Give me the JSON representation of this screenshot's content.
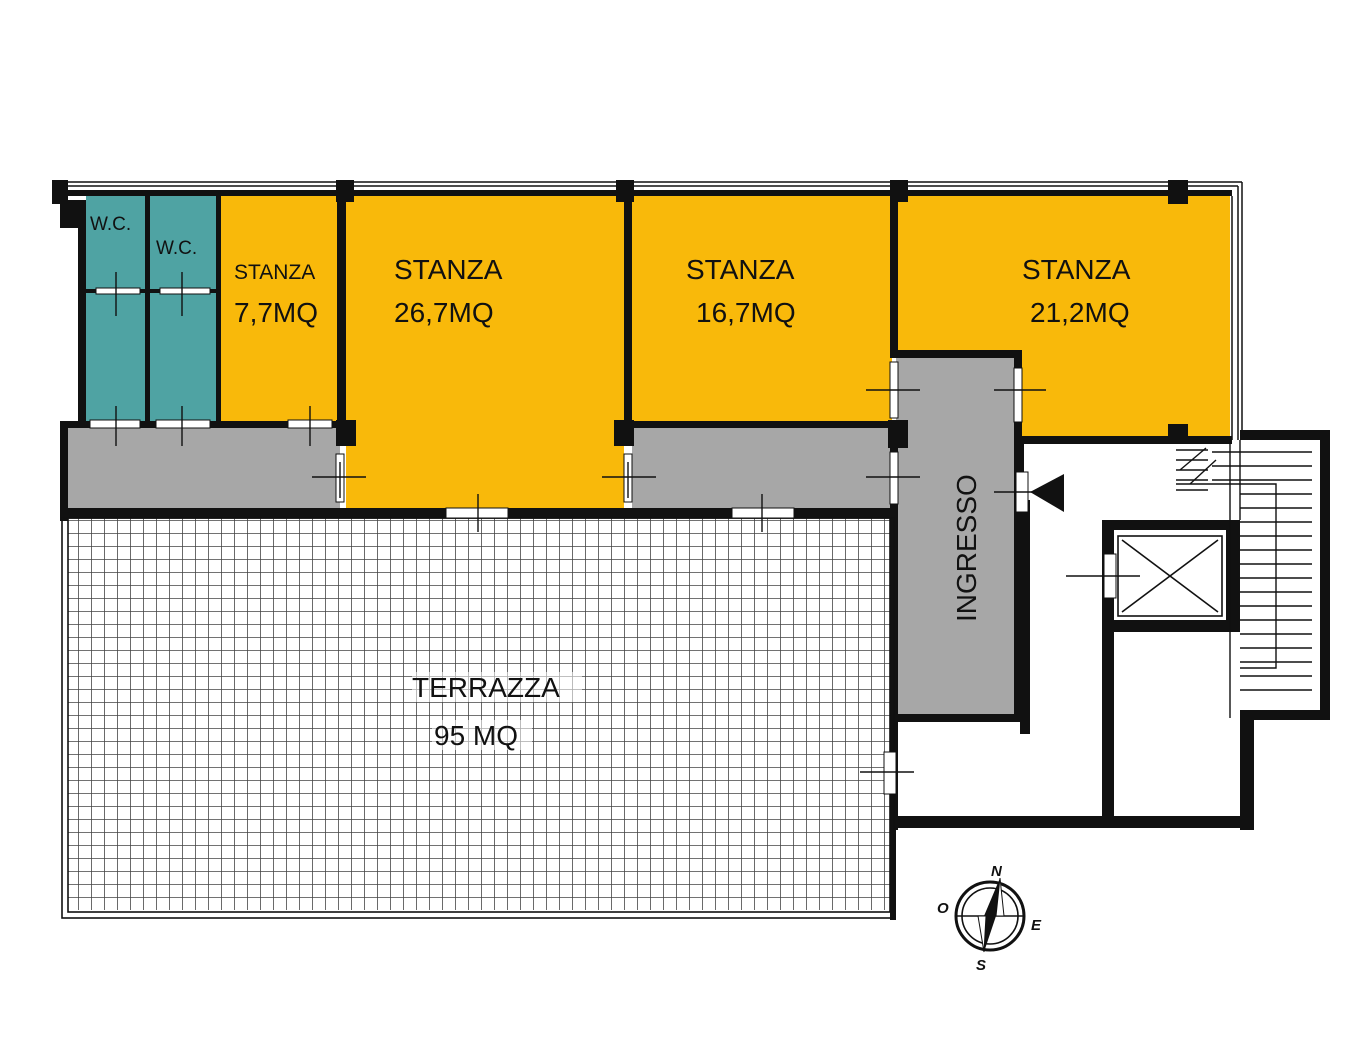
{
  "rooms": {
    "wc1": {
      "label": "W.C."
    },
    "wc2": {
      "label": "W.C."
    },
    "stanza_small": {
      "label": "STANZA",
      "area": "7,7MQ"
    },
    "stanza_a": {
      "label": "STANZA",
      "area": "26,7MQ"
    },
    "stanza_b": {
      "label": "STANZA",
      "area": "16,7MQ"
    },
    "stanza_c": {
      "label": "STANZA",
      "area": "21,2MQ"
    },
    "ingresso": {
      "label": "INGRESSO"
    },
    "terrazza": {
      "label": "TERRAZZA",
      "area": "95 MQ"
    }
  },
  "compass": {
    "n": "N",
    "e": "E",
    "s": "S",
    "o": "O"
  },
  "colors": {
    "room": "#f9b90a",
    "wc": "#4fa3a3",
    "corridor": "#a7a7a7",
    "wall": "#111111",
    "terrace_grid": "#555555"
  }
}
